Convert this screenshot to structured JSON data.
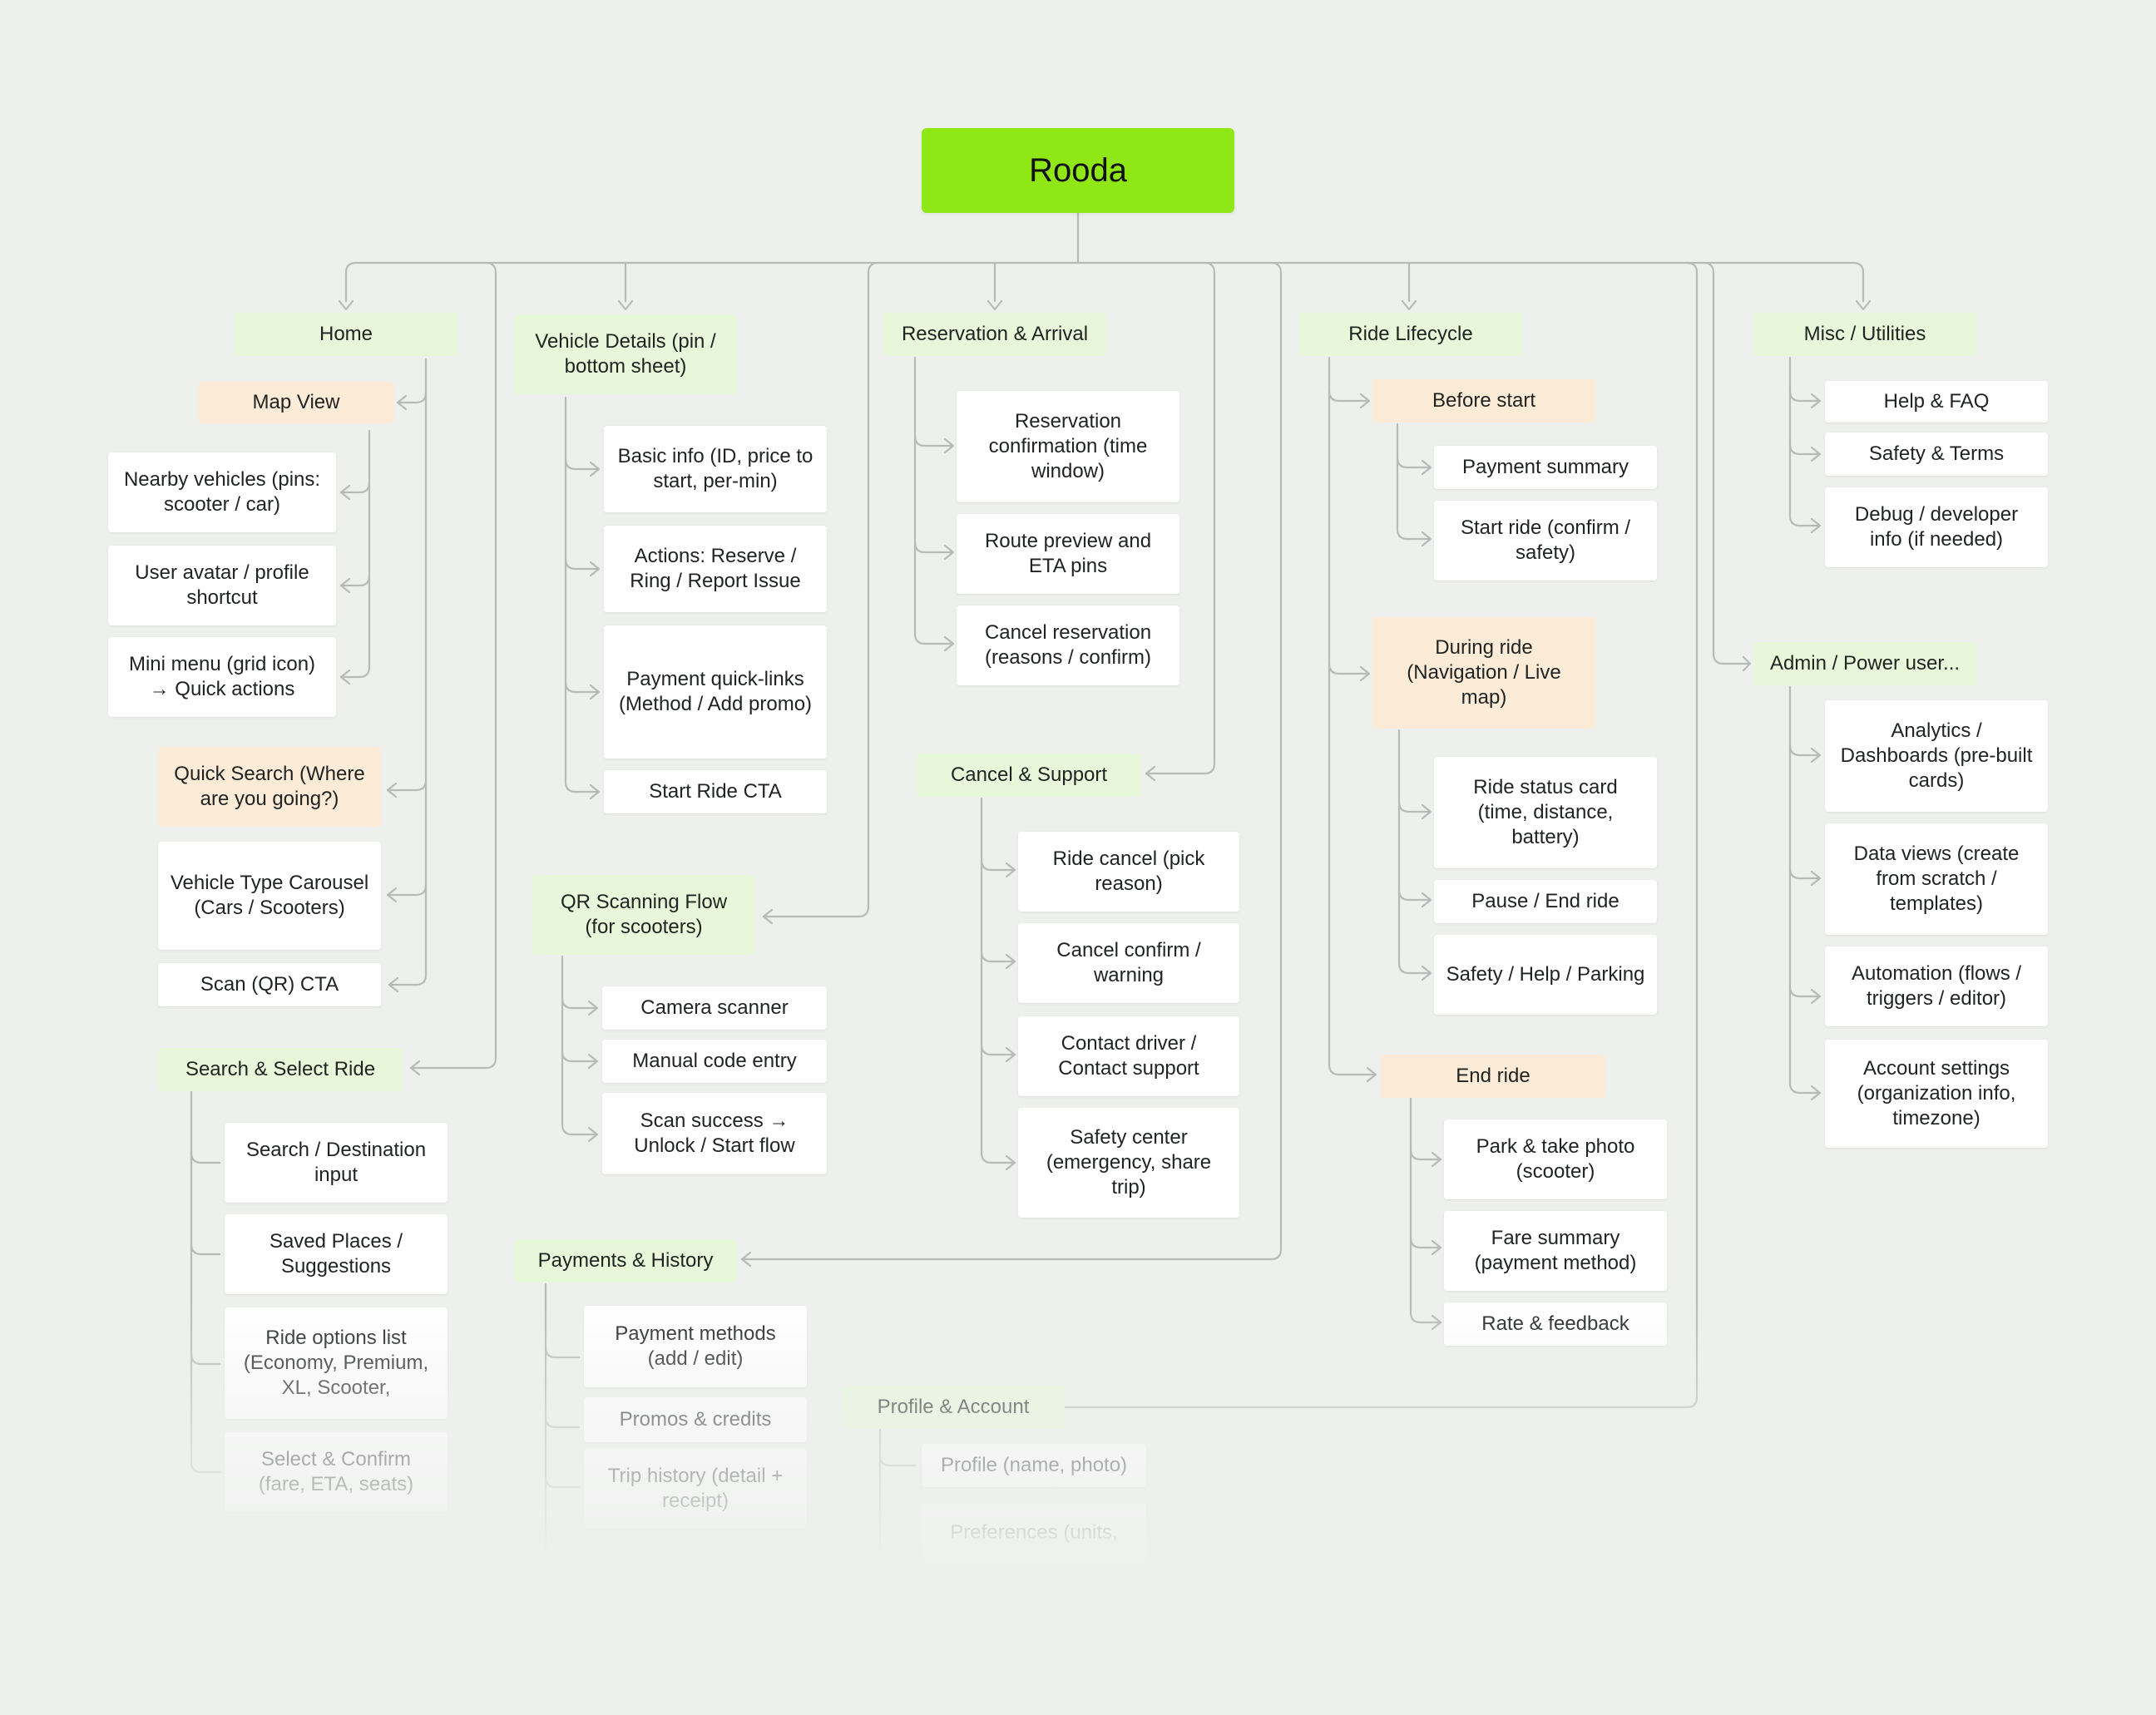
{
  "root": {
    "label": "Rooda"
  },
  "home": {
    "title": "Home",
    "map_view": {
      "title": "Map View"
    },
    "nearby_vehicles": "Nearby vehicles (pins: scooter / car)",
    "user_avatar": "User avatar / profile shortcut",
    "mini_menu": "Mini menu (grid icon) → Quick actions",
    "quick_search": "Quick Search (Where are you going?)",
    "vehicle_type_carousel": "Vehicle Type Carousel (Cars / Scooters)",
    "scan_cta": "Scan (QR) CTA"
  },
  "search_select": {
    "title": "Search & Select Ride",
    "items": [
      "Search / Destination input",
      "Saved Places / Suggestions",
      "Ride options list (Economy, Premium, XL, Scooter,",
      "Select & Confirm (fare, ETA, seats)"
    ]
  },
  "vehicle_details": {
    "title": "Vehicle Details (pin / bottom sheet)",
    "items": [
      "Basic info (ID, price to start, per-min)",
      "Actions: Reserve / Ring / Report Issue",
      "Payment quick-links (Method / Add promo)",
      "Start Ride CTA"
    ]
  },
  "qr_scanning": {
    "title": "QR Scanning Flow (for scooters)",
    "items": [
      "Camera scanner",
      "Manual code entry",
      "Scan success → Unlock / Start flow"
    ]
  },
  "payments_history": {
    "title": "Payments & History",
    "items": [
      "Payment methods (add / edit)",
      "Promos & credits",
      "Trip history (detail + receipt)"
    ]
  },
  "reservation_arrival": {
    "title": "Reservation & Arrival",
    "items": [
      "Reservation confirmation (time window)",
      "Route preview and ETA pins",
      "Cancel reservation (reasons / confirm)"
    ]
  },
  "cancel_support": {
    "title": "Cancel & Support",
    "items": [
      "Ride cancel (pick reason)",
      "Cancel confirm / warning",
      "Contact driver / Contact support",
      "Safety center (emergency, share trip)"
    ]
  },
  "profile_account": {
    "title": "Profile & Account",
    "items": [
      "Profile (name, photo)",
      "Preferences (units,"
    ]
  },
  "ride_lifecycle": {
    "title": "Ride Lifecycle",
    "before_start": {
      "title": "Before start",
      "items": [
        "Payment summary",
        "Start ride (confirm / safety)"
      ]
    },
    "during_ride": {
      "title": "During ride (Navigation / Live map)",
      "items": [
        "Ride status card (time, distance, battery)",
        "Pause / End ride",
        "Safety / Help / Parking"
      ]
    },
    "end_ride": {
      "title": "End ride",
      "items": [
        "Park & take photo (scooter)",
        "Fare summary (payment method)",
        "Rate & feedback"
      ]
    }
  },
  "misc_utilities": {
    "title": "Misc / Utilities",
    "items": [
      "Help & FAQ",
      "Safety & Terms",
      "Debug / developer info (if needed)"
    ]
  },
  "admin": {
    "title": "Admin / Power user...",
    "items": [
      "Analytics / Dashboards (pre-built cards)",
      "Data views (create from scratch / templates)",
      "Automation (flows / triggers / editor)",
      "Account settings (organization info, timezone)"
    ]
  },
  "colors": {
    "background": "#eef0ee",
    "root": "#8fe716",
    "section": "#e8f7d9",
    "subsection": "#fcebd6",
    "leaf": "#ffffff",
    "connector": "#b6bbb8"
  }
}
